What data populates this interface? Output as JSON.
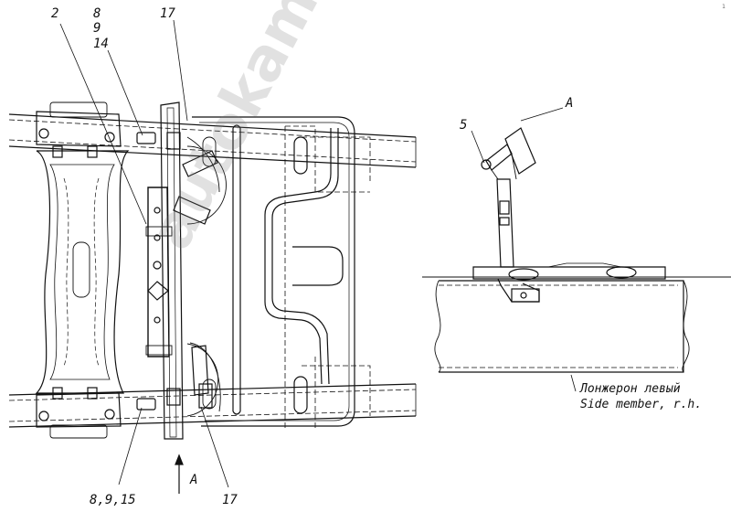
{
  "callouts": {
    "c2": "2",
    "c8": "8",
    "c9": "9",
    "c14": "14",
    "c17_top": "17",
    "c5": "5",
    "cA_top": "A",
    "cA_bottom": "A",
    "c8_9_15": "8,9,15",
    "c17_bottom": "17"
  },
  "notes": {
    "ru": "Лонжерон левый",
    "en": "Side member, r.h."
  },
  "watermark": "autokam.ru",
  "corner": "1",
  "colors": {
    "line": "#111111",
    "watermark": "#9a9a9a"
  }
}
